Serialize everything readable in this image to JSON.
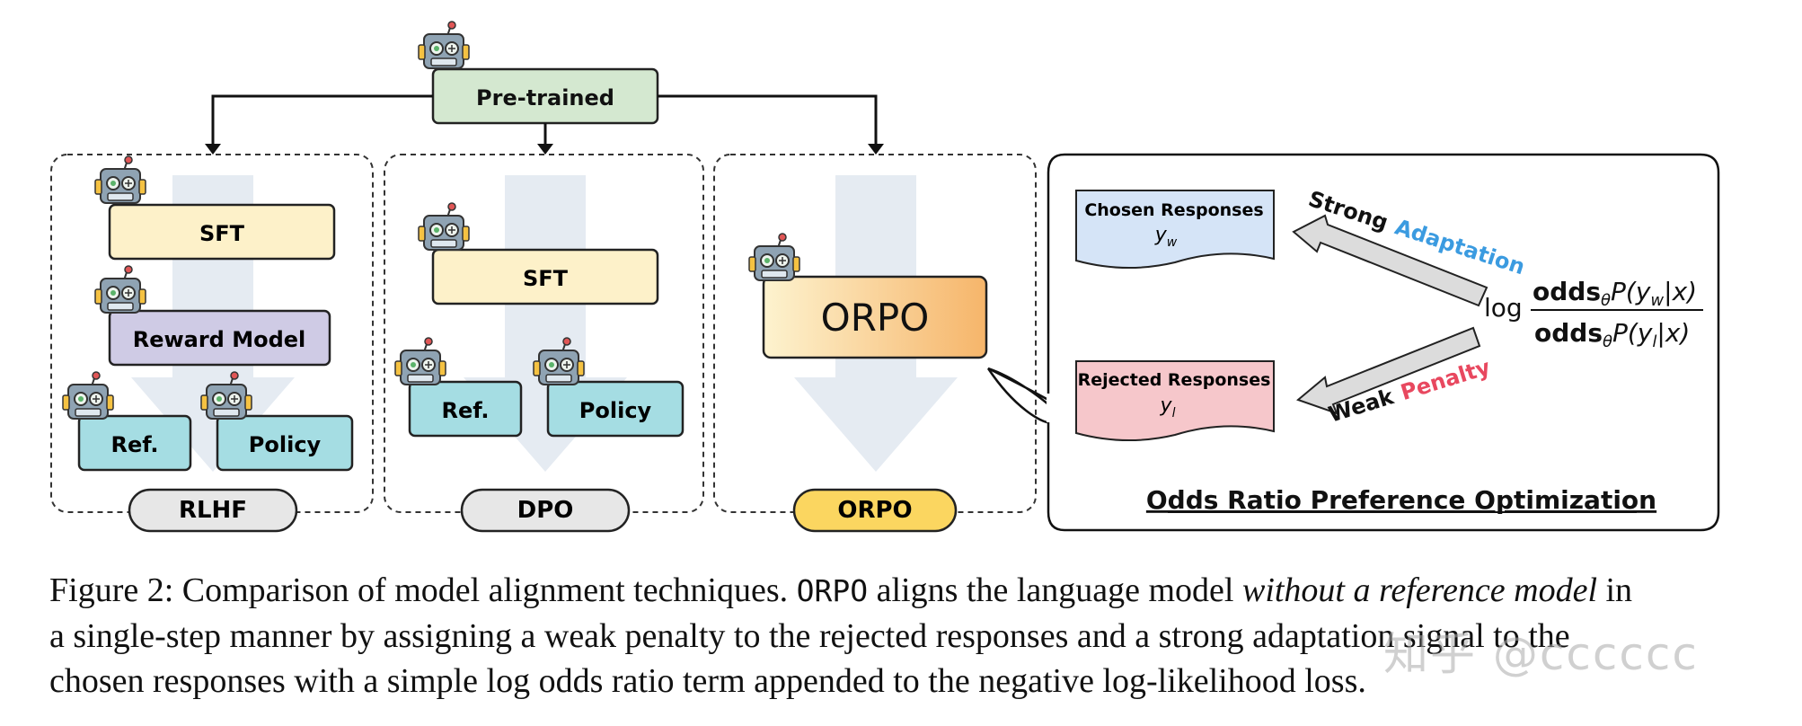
{
  "diagram": {
    "pretrained_label": "Pre-trained",
    "panels": {
      "rlhf": {
        "label": "RLHF",
        "sft": "SFT",
        "reward": "Reward Model",
        "ref": "Ref.",
        "policy": "Policy"
      },
      "dpo": {
        "label": "DPO",
        "sft": "SFT",
        "ref": "Ref.",
        "policy": "Policy"
      },
      "orpo": {
        "label": "ORPO",
        "box": "ORPO"
      }
    },
    "odds_panel": {
      "chosen_title": "Chosen Responses",
      "chosen_var": "y",
      "chosen_sub": "w",
      "rejected_title": "Rejected Responses",
      "rejected_var": "y",
      "rejected_sub": "l",
      "strong": "Strong",
      "adaptation": "Adaptation",
      "weak": "Weak",
      "penalty": "Penalty",
      "formula_log": "log",
      "formula_odds": "odds",
      "formula_theta": "θ",
      "formula_P": "P",
      "formula_num_arg_open": "(y",
      "formula_num_arg_sub": "w",
      "formula_den_arg_sub": "l",
      "formula_arg_close": "|x)",
      "title": "Odds Ratio Preference Optimization"
    },
    "colors": {
      "pretrained": "#d4e8d0",
      "sft": "#fdf1c9",
      "reward": "#cfcbe5",
      "ref_policy": "#a5dde3",
      "chosen": "#d5e4f7",
      "rejected": "#f6c7cb",
      "orpo_label": "#fbd660",
      "gray_label": "#e7e7e7",
      "adaptation": "#3b9be0",
      "penalty": "#e8485f"
    }
  },
  "caption": {
    "line1_a": "Figure 2: Comparison of model alignment techniques. ",
    "line1_mono": "ORPO",
    "line1_b": " aligns the language model ",
    "line1_em": "without a reference model",
    "line1_c": " in",
    "line2": "a single-step manner by assigning a weak penalty to the rejected responses and a strong adaptation signal to the",
    "line3": "chosen responses with a simple log odds ratio term appended to the negative log-likelihood loss."
  },
  "watermark": "知乎 @cccccc"
}
